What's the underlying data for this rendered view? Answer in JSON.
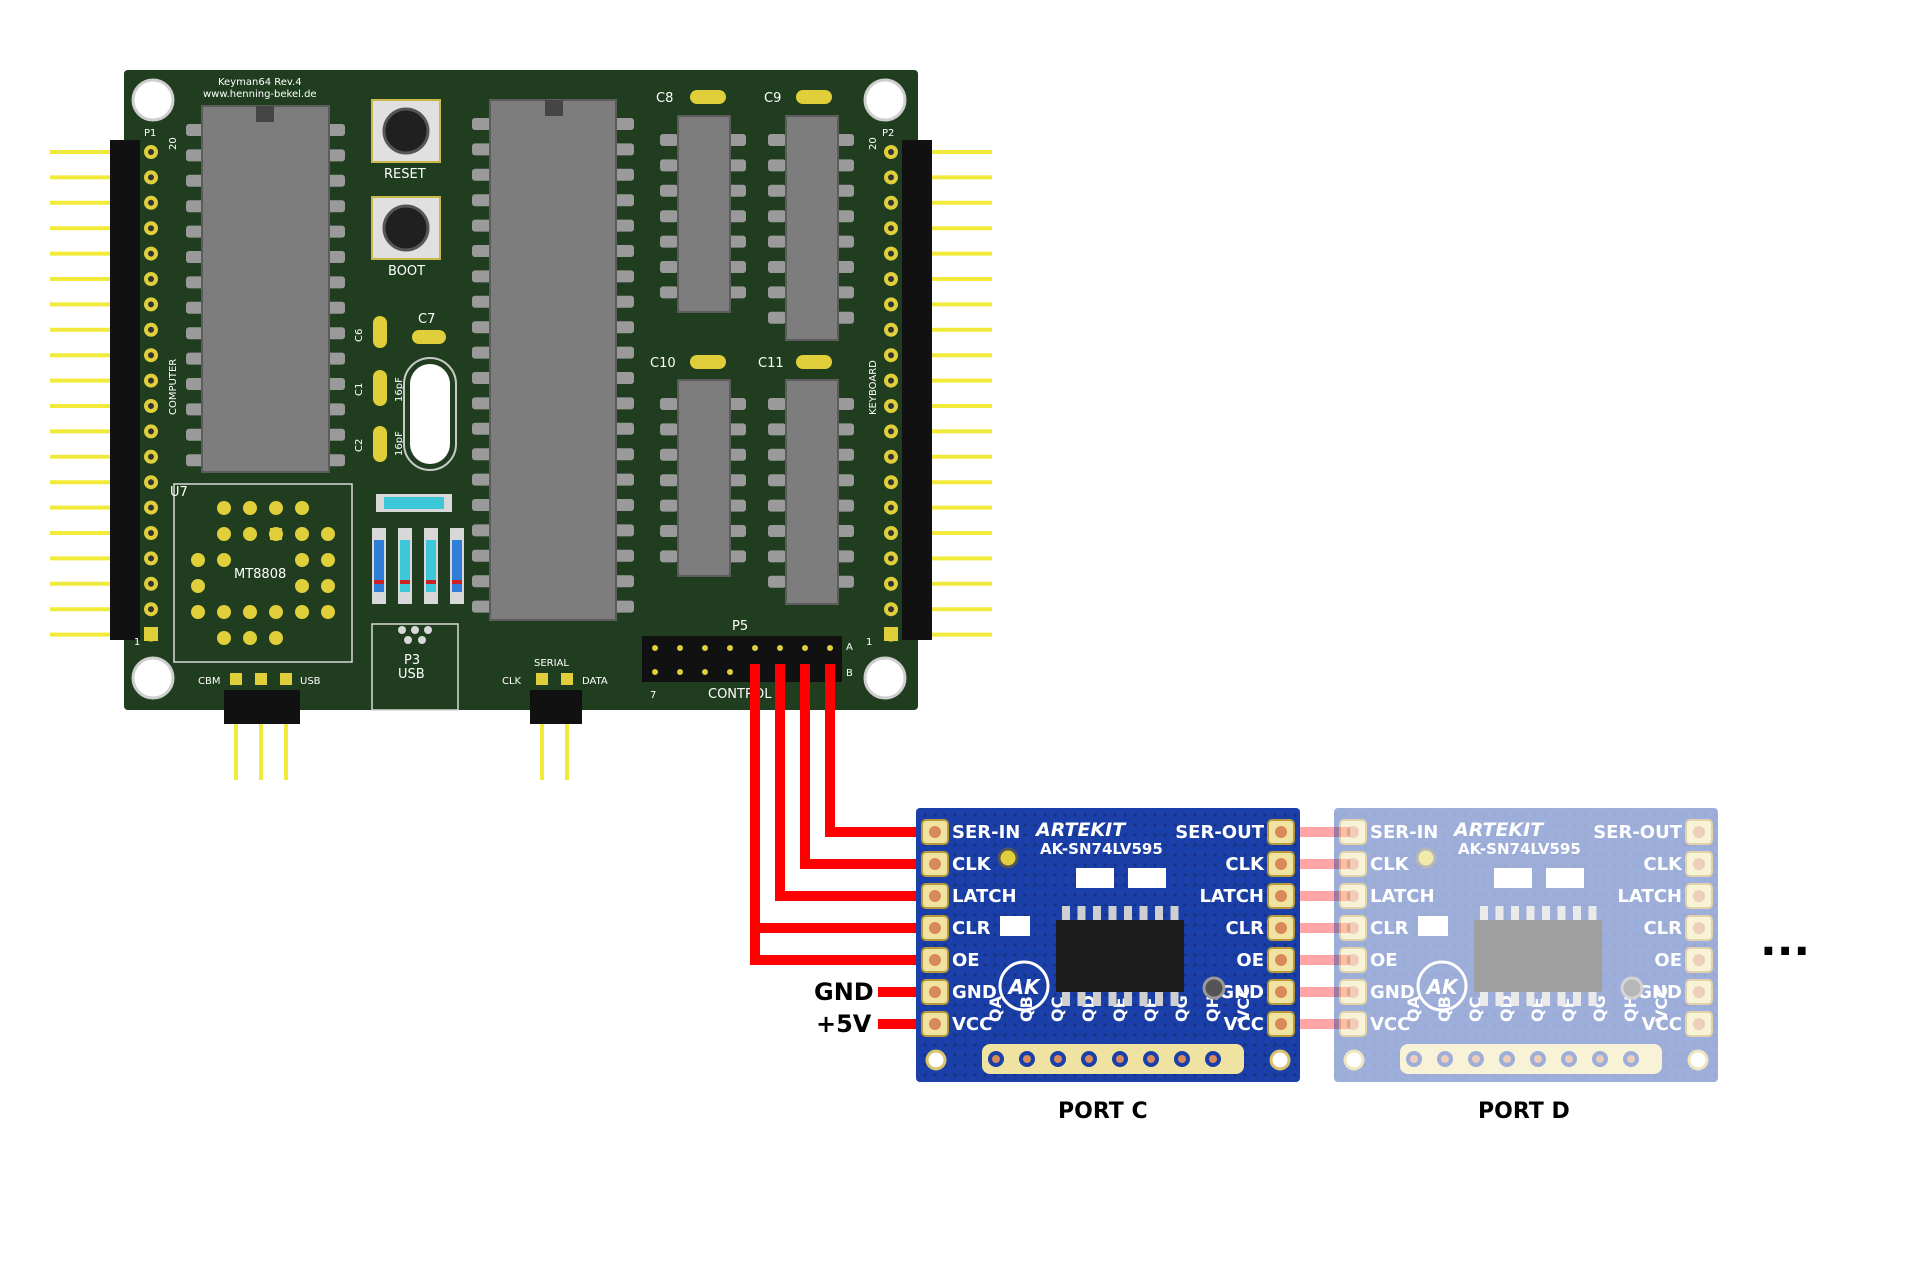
{
  "pcb": {
    "title_line1": "Keyman64 Rev.4",
    "title_line2": "www.henning-bekel.de",
    "connectors": {
      "p1": "P1",
      "p2": "P2",
      "p1_pin": "20",
      "p2_pin": "20",
      "p1_one": "1",
      "p2_one": "1"
    },
    "side_labels": {
      "left": "COMPUTER",
      "right": "KEYBOARD"
    },
    "buttons": {
      "reset": "RESET",
      "boot": "BOOT"
    },
    "caps": {
      "c6": "C6",
      "c7": "C7",
      "c1": "C1",
      "c2": "C2",
      "c8": "C8",
      "c9": "C9",
      "c10": "C10",
      "c11": "C11",
      "c1_val": "16pF",
      "c2_val": "16pF"
    },
    "u7": {
      "label": "U7",
      "chip": "MT8808"
    },
    "p3": {
      "label": "P3",
      "sub": "USB"
    },
    "switch": {
      "left": "CBM",
      "right": "USB"
    },
    "serial": {
      "title": "SERIAL",
      "left": "CLK",
      "right": "DATA"
    },
    "p5": {
      "label": "P5",
      "a": "A",
      "b": "B",
      "seven": "7",
      "name": "CONTROL"
    }
  },
  "module": {
    "brand": "ARTEKIT",
    "part": "AK-SN74LV595",
    "logo": "AK",
    "left_pins": [
      "SER-IN",
      "CLK",
      "LATCH",
      "CLR",
      "OE",
      "GND",
      "VCC"
    ],
    "right_pins": [
      "SER-OUT",
      "CLK",
      "LATCH",
      "CLR",
      "OE",
      "GND",
      "VCC"
    ],
    "bottom_pins": [
      "QA",
      "QB",
      "QC",
      "QD",
      "QE",
      "QF",
      "QG",
      "QH",
      "VCC"
    ]
  },
  "power": {
    "gnd": "GND",
    "vcc": "+5V"
  },
  "ports": {
    "c": "PORT C",
    "d": "PORT D"
  },
  "ellipsis": "...",
  "colors": {
    "pcb": "#1e3a1e",
    "module": "#1a3fa8",
    "wire": "#ff0000",
    "pin": "#f2ea3a"
  }
}
